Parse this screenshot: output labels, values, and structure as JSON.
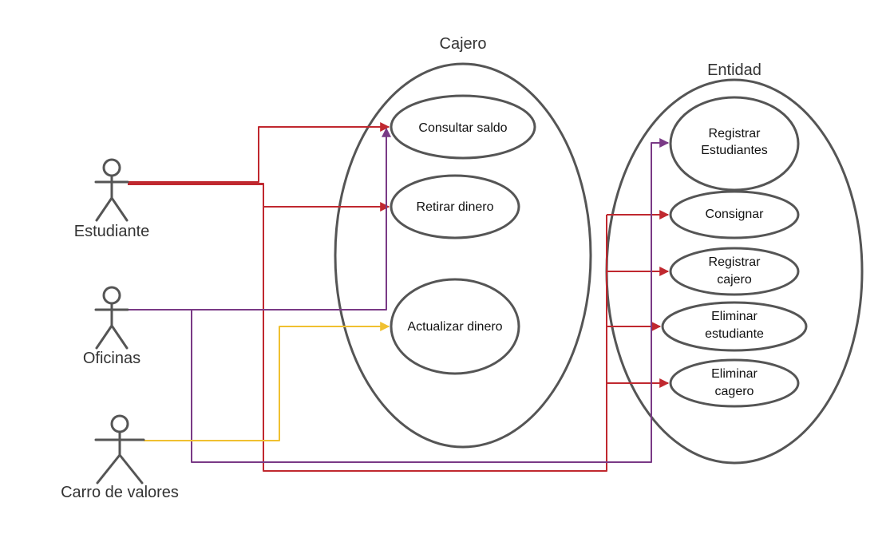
{
  "colors": {
    "shape_stroke": "#555555",
    "red": "#c0282f",
    "purple": "#7a3a86",
    "yellow": "#f0c030"
  },
  "containers": {
    "cajero": {
      "title": "Cajero"
    },
    "entidad": {
      "title": "Entidad"
    }
  },
  "use_cases": {
    "consultar_saldo": [
      "Consultar saldo"
    ],
    "retirar_dinero": [
      "Retirar dinero"
    ],
    "actualizar_dinero": [
      "Actualizar dinero"
    ],
    "registrar_estudiantes": [
      "Registrar",
      "Estudiantes"
    ],
    "consignar": [
      "Consignar"
    ],
    "registrar_cajero": [
      "Registrar",
      "cajero"
    ],
    "eliminar_estudiante": [
      "Eliminar",
      "estudiante"
    ],
    "eliminar_cagero": [
      "Eliminar",
      "cagero"
    ]
  },
  "actors": {
    "estudiante": {
      "label": "Estudiante"
    },
    "oficinas": {
      "label": "Oficinas"
    },
    "carro_valores": {
      "label": "Carro de valores"
    }
  },
  "connectors": [
    {
      "from": "Estudiante",
      "to": "Consultar saldo",
      "color": "red"
    },
    {
      "from": "Estudiante",
      "to": "Retirar dinero",
      "color": "red"
    },
    {
      "from": "Estudiante",
      "to": "Consignar",
      "color": "red"
    },
    {
      "from": "Estudiante",
      "to": "Registrar cajero",
      "color": "red"
    },
    {
      "from": "Estudiante",
      "to": "Eliminar estudiante",
      "color": "red"
    },
    {
      "from": "Estudiante",
      "to": "Eliminar cagero",
      "color": "red"
    },
    {
      "from": "Oficinas",
      "to": "Consultar saldo",
      "color": "purple"
    },
    {
      "from": "Oficinas",
      "to": "Registrar Estudiantes",
      "color": "purple"
    },
    {
      "from": "Carro de valores",
      "to": "Actualizar dinero",
      "color": "yellow"
    }
  ]
}
